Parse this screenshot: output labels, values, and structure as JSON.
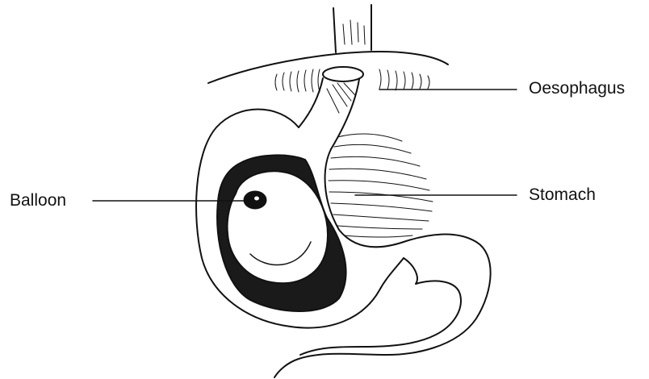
{
  "labels": {
    "oesophagus": "Oesophagus",
    "stomach": "Stomach",
    "balloon": "Balloon"
  },
  "colors": {
    "ink": "#111111",
    "background": "#ffffff"
  }
}
